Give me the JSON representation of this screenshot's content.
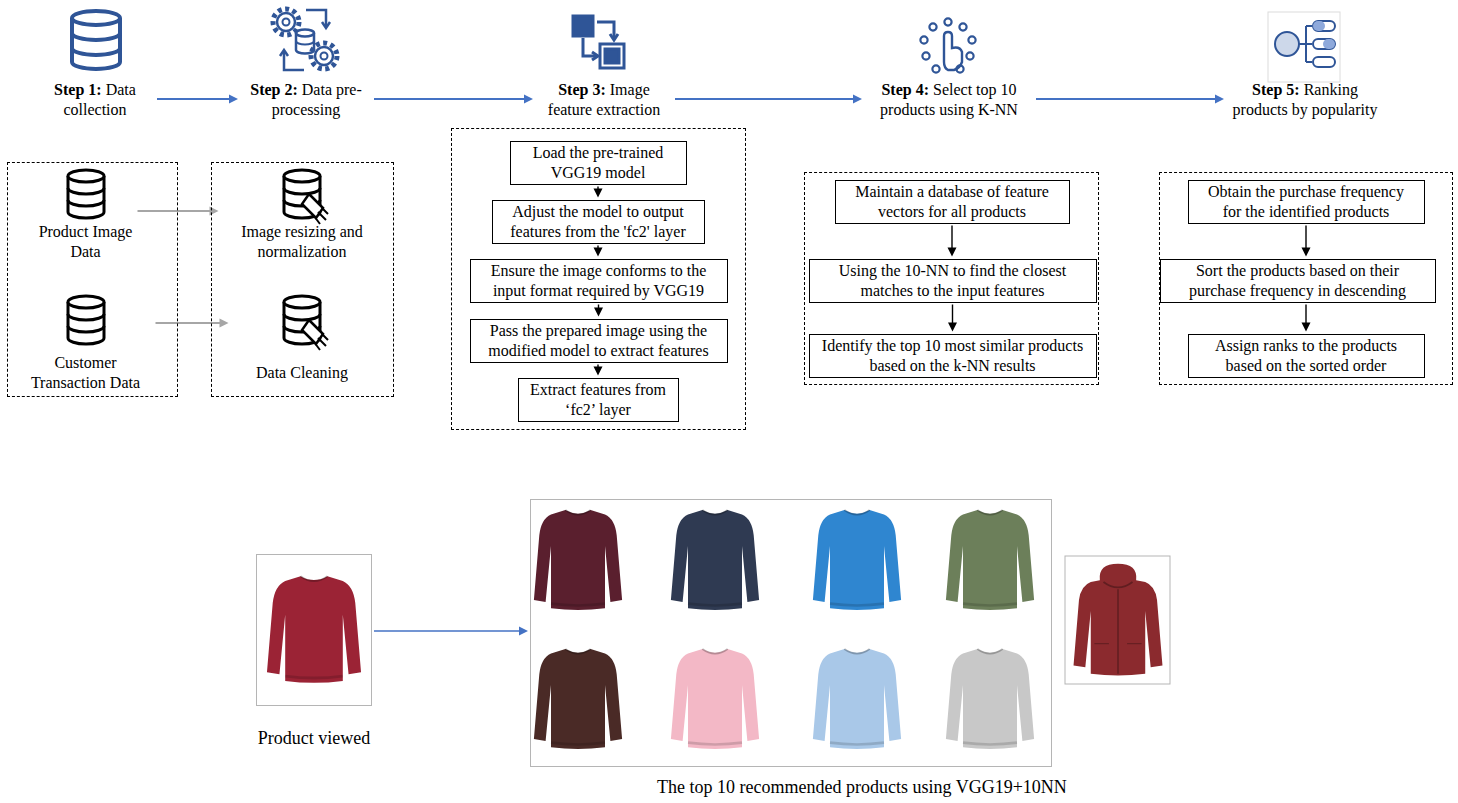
{
  "diagram": {
    "nodes": [
      {
        "text": [
          "Step 1:",
          "Data collection"
        ]
      },
      {
        "text": [
          "Step 2:",
          "Data pre-processing"
        ]
      },
      {
        "text": [
          "Step 3:",
          "Image feature extraction"
        ]
      },
      {
        "text": [
          "Step 4:",
          "Select top 10 products using K-NN"
        ]
      },
      {
        "text": [
          "Step 5:",
          "Ranking products by popularity"
        ]
      },
      {
        "text": []
      },
      {
        "text": [
          "Product Image Data"
        ],
        "in": 5
      },
      {
        "text": [
          "Customer Transaction Data"
        ],
        "in": 5
      },
      {
        "text": []
      },
      {
        "text": [
          "Image resizing and normalization"
        ],
        "in": 8
      },
      {
        "text": [
          "Data Cleaning"
        ],
        "in": 8
      },
      {
        "text": []
      },
      {
        "text": [
          "Load the pre-trained VGG19 model"
        ],
        "in": 11
      },
      {
        "text": [
          "Adjust the model to output features from the 'fc2' layer"
        ],
        "in": 11
      },
      {
        "text": [
          "Ensure the image conforms to the input format required by VGG19"
        ],
        "in": 11
      },
      {
        "text": [
          "Pass the prepared image using the modified model to extract features"
        ],
        "in": 11
      },
      {
        "text": [
          "Extract features from ‘fc2’ layer"
        ],
        "in": 11
      },
      {
        "text": []
      },
      {
        "text": [
          "Maintain a database of feature vectors for all products"
        ],
        "in": 17
      },
      {
        "text": [
          "Using the 10-NN to find the closest matches to the input features"
        ],
        "in": 17
      },
      {
        "text": [
          "Identify the top 10 most similar products based on the k-NN results"
        ],
        "in": 17
      },
      {
        "text": []
      },
      {
        "text": [
          "Obtain the purchase frequency for the identified products"
        ],
        "in": 21
      },
      {
        "text": [
          "Sort the products based on their purchase frequency in descending"
        ],
        "in": 21
      },
      {
        "text": [
          "Assign ranks to the products based on the sorted order"
        ],
        "in": 21
      },
      {
        "text": [
          "Product viewed"
        ]
      },
      {
        "text": [
          "The top 10 recommended products using VGG19+10NN"
        ]
      }
    ],
    "edges": [
      {
        "from": 0,
        "to": 1,
        "arrow": "to"
      },
      {
        "from": 1,
        "to": 2,
        "arrow": "to"
      },
      {
        "from": 2,
        "to": 3,
        "arrow": "to"
      },
      {
        "from": 3,
        "to": 4,
        "arrow": "to"
      },
      {
        "from": 6,
        "to": 9,
        "arrow": "to"
      },
      {
        "from": 7,
        "to": 10,
        "arrow": "to"
      },
      {
        "from": 12,
        "to": 13,
        "arrow": "to"
      },
      {
        "from": 13,
        "to": 14,
        "arrow": "to"
      },
      {
        "from": 14,
        "to": 15,
        "arrow": "to"
      },
      {
        "from": 15,
        "to": 16,
        "arrow": "to"
      },
      {
        "from": 18,
        "to": 19,
        "arrow": "to"
      },
      {
        "from": 19,
        "to": 20,
        "arrow": "to"
      },
      {
        "from": 22,
        "to": 23,
        "arrow": "to"
      },
      {
        "from": 23,
        "to": 24,
        "arrow": "to"
      },
      {
        "from": 25,
        "to": 26,
        "arrow": "to"
      }
    ]
  }
}
